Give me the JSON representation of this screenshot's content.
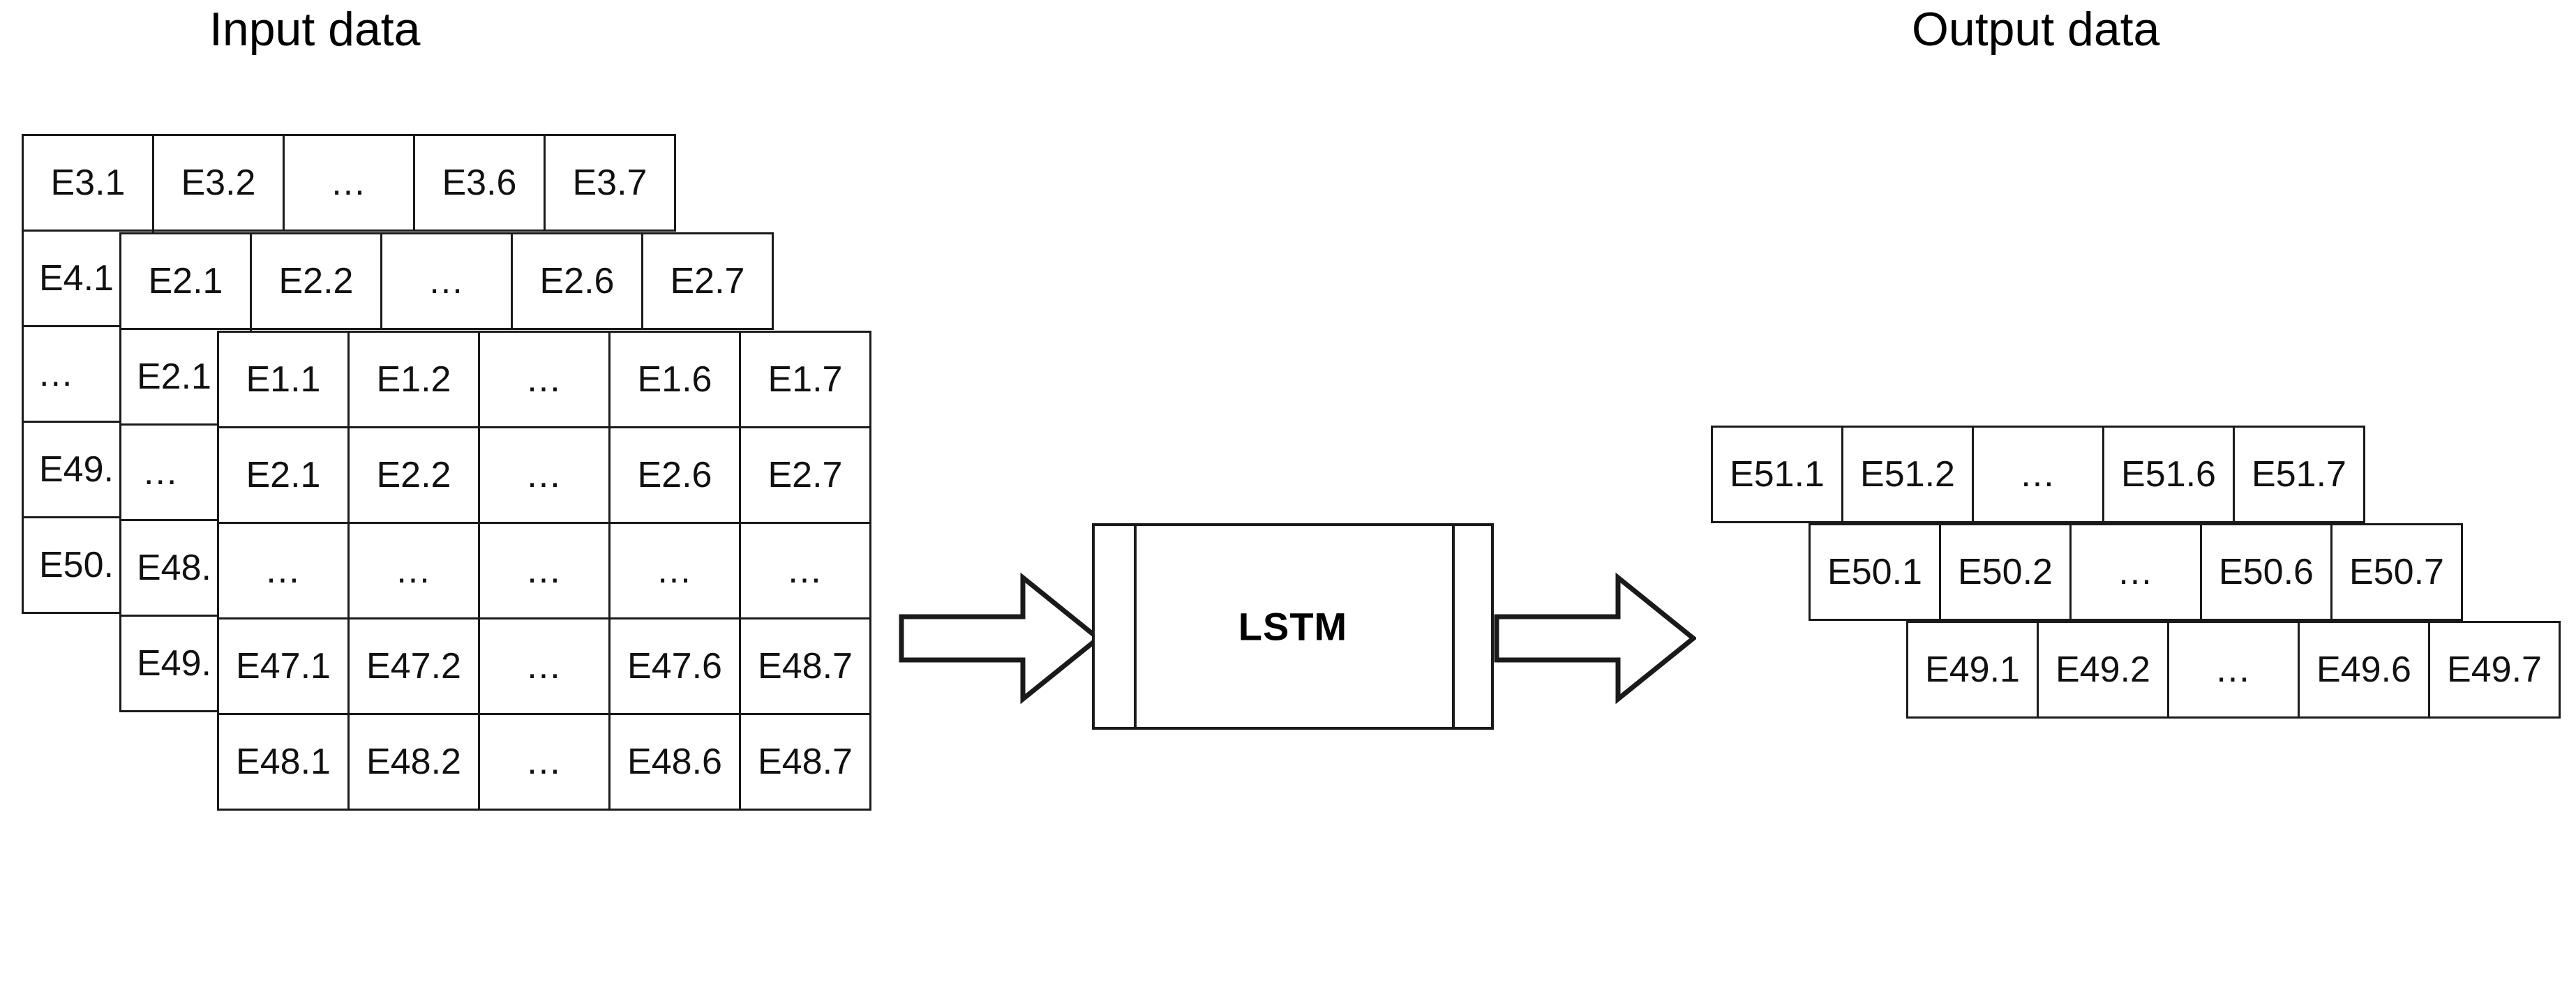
{
  "titles": {
    "input": "Input data",
    "output": "Output data"
  },
  "model": {
    "label": "LSTM"
  },
  "arrows": {
    "input_arrow": "arrow-right",
    "output_arrow": "arrow-right"
  },
  "ellipsis": "...",
  "input_data": {
    "layers": [
      {
        "id": "layer-back",
        "rows": [
          [
            "E3.1",
            "E3.2",
            "...",
            "E3.6",
            "E3.7"
          ],
          [
            "E4.1",
            "",
            "",
            "",
            ""
          ],
          [
            "...",
            "",
            "",
            "",
            ""
          ],
          [
            "E49.",
            "",
            "",
            "",
            ""
          ],
          [
            "E50.",
            "",
            "",
            "",
            ""
          ]
        ]
      },
      {
        "id": "layer-middle",
        "rows": [
          [
            "E2.1",
            "E2.2",
            "...",
            "E2.6",
            "E2.7"
          ],
          [
            "E2.1",
            "",
            "",
            "",
            ""
          ],
          [
            "...",
            "",
            "",
            "",
            ""
          ],
          [
            "E48.",
            "",
            "",
            "",
            ""
          ],
          [
            "E49.",
            "",
            "",
            "",
            ""
          ]
        ]
      },
      {
        "id": "layer-front",
        "rows": [
          [
            "E1.1",
            "E1.2",
            "...",
            "E1.6",
            "E1.7"
          ],
          [
            "E2.1",
            "E2.2",
            "...",
            "E2.6",
            "E2.7"
          ],
          [
            "...",
            "...",
            "...",
            "...",
            "..."
          ],
          [
            "E47.1",
            "E47.2",
            "...",
            "E47.6",
            "E48.7"
          ],
          [
            "E48.1",
            "E48.2",
            "...",
            "E48.6",
            "E48.7"
          ]
        ]
      }
    ]
  },
  "output_data": {
    "rows": [
      {
        "id": "row-e51",
        "cells": [
          "E51.1",
          "E51.2",
          "...",
          "E51.6",
          "E51.7"
        ]
      },
      {
        "id": "row-e50",
        "cells": [
          "E50.1",
          "E50.2",
          "...",
          "E50.6",
          "E50.7"
        ]
      },
      {
        "id": "row-e49",
        "cells": [
          "E49.1",
          "E49.2",
          "...",
          "E49.6",
          "E49.7"
        ]
      }
    ]
  },
  "colors": {
    "stroke": "#1a1a1a",
    "fill": "#ffffff",
    "text": "#111111"
  }
}
